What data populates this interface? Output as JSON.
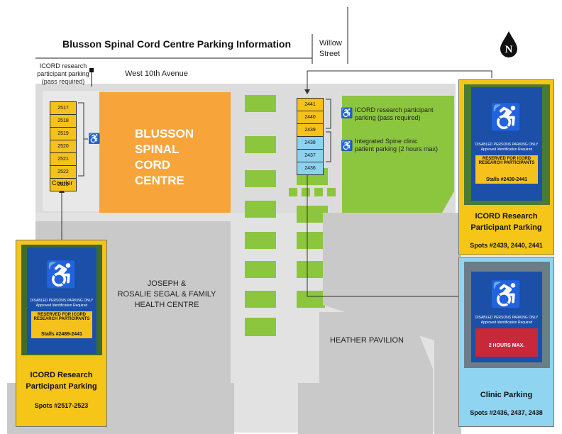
{
  "title": "Blusson Spinal Cord Centre Parking Information",
  "streets": {
    "willow_line1": "Willow",
    "willow_line2": "Street",
    "west10": "West 10th Avenue"
  },
  "north_letter": "N",
  "top_note": {
    "line1": "ICORD research",
    "line2": "participant parking",
    "line3": "(pass required)"
  },
  "blusson": {
    "line1": "BLUSSON",
    "line2": "SPINAL",
    "line3": "CORD",
    "line4": "CENTRE"
  },
  "segal": {
    "line1": "JOSEPH &",
    "line2": "ROSALIE SEGAL & FAMILY",
    "line3": "HEALTH CENTRE"
  },
  "heather": "HEATHER PAVILION",
  "left_stalls": [
    "2517",
    "2518",
    "2519",
    "2520",
    "2521",
    "2522",
    "2523"
  ],
  "courier": "Courier",
  "right_stalls_yellow": [
    "2441",
    "2440",
    "2439"
  ],
  "right_stalls_blue": [
    "2438",
    "2437",
    "2436"
  ],
  "icord_note": {
    "line1": "ICORD research participant",
    "line2": "parking (pass required)"
  },
  "clinic_note": {
    "line1": "Integrated Spine clinic",
    "line2": "patient parking (2 hours max)"
  },
  "wheelchair_icon": "♿",
  "sign_text": {
    "disabled": "DISABLED PERSONS PARKING ONLY",
    "approved": "Approved Identification Required",
    "reserved1": "RESERVED FOR ICORD",
    "reserved2": "RESEARCH PARTICIPANTS",
    "stalls_left": "Stalls #2489-2441",
    "stalls_right": "Stalls #2439-2441",
    "two_hours": "2 HOURS MAX."
  },
  "cards": {
    "left": {
      "cap1": "ICORD Research",
      "cap2": "Participant Parking",
      "spots": "Spots #2517-2523",
      "color": "#f5c518"
    },
    "top_right": {
      "cap1": "ICORD Research",
      "cap2": "Participant Parking",
      "spots": "Spots #2439, 2440, 2441",
      "color": "#f5c518"
    },
    "bottom_right": {
      "cap1": "Clinic Parking",
      "spots": "Spots #2436, 2437, 2438",
      "color": "#8fd4f0"
    }
  },
  "colors": {
    "green": "#8cc63e",
    "grey": "#c9c9c9",
    "orange": "#f7a53b",
    "yellow": "#f5c21b",
    "blue": "#8dd3ef"
  }
}
